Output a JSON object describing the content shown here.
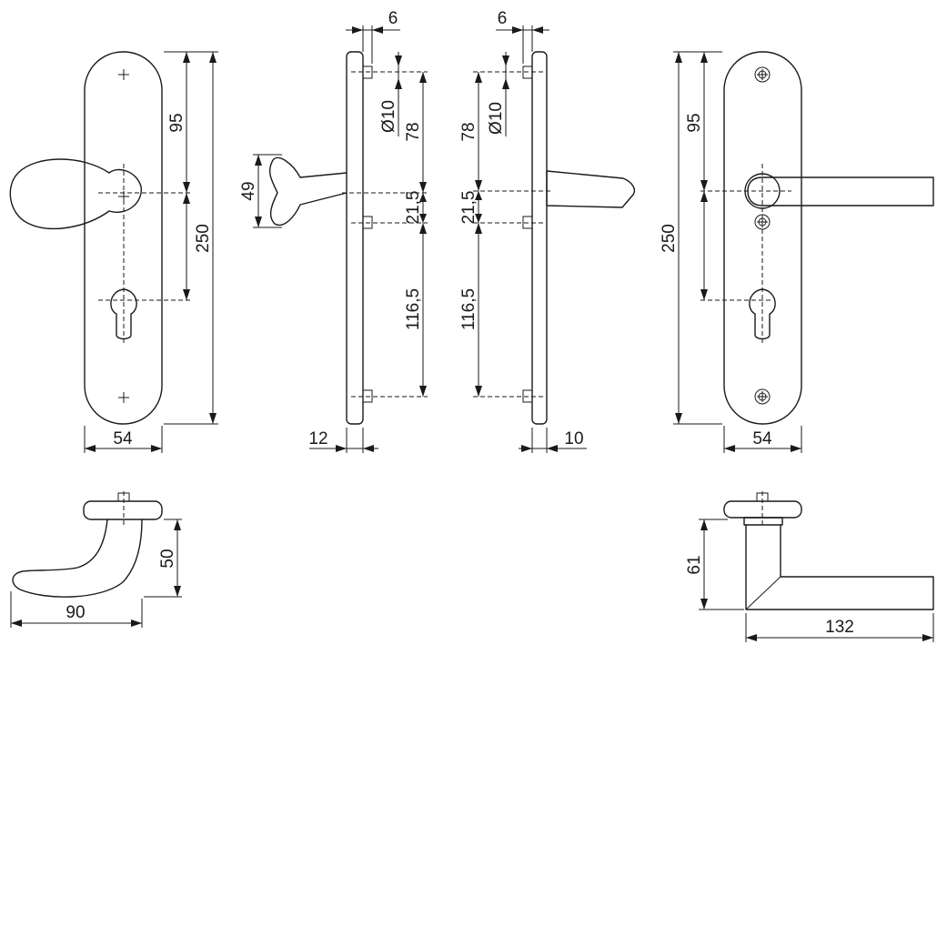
{
  "dimensions": {
    "front_knob_width": "54",
    "front_knob_spacing_upper": "95",
    "front_knob_overall_height": "250",
    "knob_side_height": "49",
    "knob_side_pin_spacing": "78",
    "knob_side_pin_diameter": "Ø10",
    "knob_side_pin_offset": "6",
    "knob_side_spacing_middle": "21,5",
    "knob_side_spacing_lower": "116,5",
    "knob_side_plate_thickness": "12",
    "lever_side_pin_spacing": "78",
    "lever_side_pin_diameter": "Ø10",
    "lever_side_pin_offset": "6",
    "lever_side_spacing_middle": "21,5",
    "lever_side_spacing_lower": "116,5",
    "lever_side_plate_thickness": "10",
    "front_lever_spacing_upper": "95",
    "front_lever_overall_height": "250",
    "front_lever_width": "54",
    "curved_handle_height": "50",
    "curved_handle_length": "90",
    "straight_lever_height": "61",
    "straight_lever_length": "132"
  }
}
